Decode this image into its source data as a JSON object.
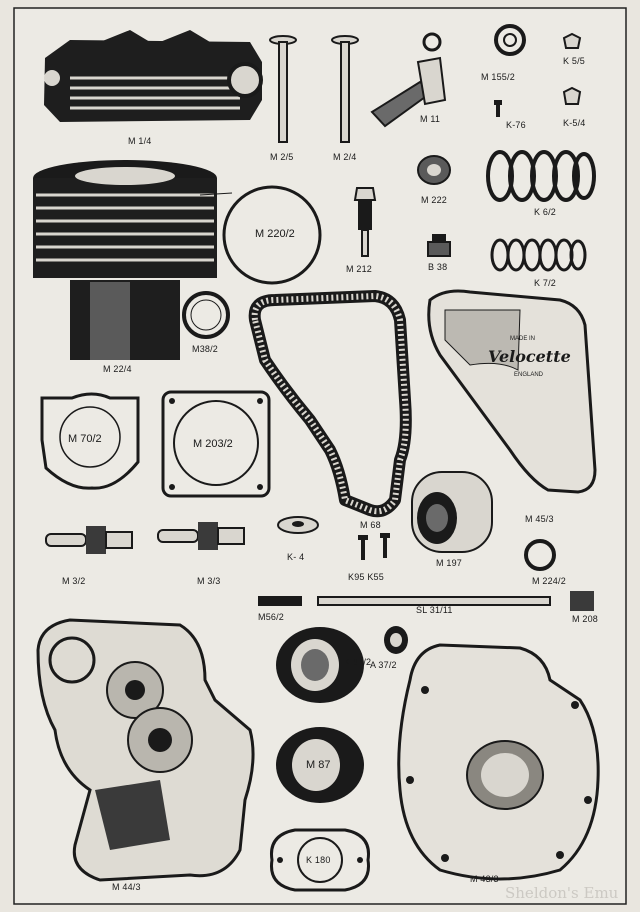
{
  "labels": {
    "M1_4": "M 1/4",
    "M2_5": "M 2/5",
    "M2_4": "M 2/4",
    "M11": "M 11",
    "M155_2": "M 155/2",
    "K5_5": "K 5/5",
    "K76": "K-76",
    "K5_4": "K-5/4",
    "M220_2": "M 220/2",
    "M212": "M 212",
    "M222": "M 222",
    "K6_2": "K 6/2",
    "B38": "B 38",
    "K7_2": "K 7/2",
    "M22_4": "M 22/4",
    "M38_2": "M38/2",
    "M70_2": "M 70/2",
    "M203_2": "M 203/2",
    "M68": "M 68",
    "M45_3": "M 45/3",
    "M3_2": "M 3/2",
    "M3_3": "M 3/3",
    "K4": "K- 4",
    "K95_K55": "K95  K55",
    "M197": "M 197",
    "M224_2": "M 224/2",
    "M56_2": "M56/2",
    "SL31_11": "SL 31/11",
    "M208": "M 208",
    "K87_2": "K 87/2",
    "A37_2": "A 37/2",
    "M87": "M 87",
    "K180": "K 180",
    "M44_3": "M 44/3",
    "M43_3": "M 43/3"
  },
  "logo": {
    "made_in": "MADE IN",
    "brand": "Velocette",
    "england": "ENGLAND"
  },
  "watermark": "Sheldon's Emu"
}
